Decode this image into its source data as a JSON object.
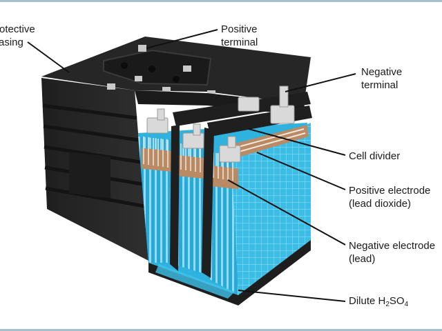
{
  "labels": {
    "protective_casing": {
      "line1": "rotective",
      "line2": "asing"
    },
    "positive_terminal": {
      "line1": "Positive",
      "line2": "terminal"
    },
    "negative_terminal": {
      "line1": "Negative",
      "line2": "terminal"
    },
    "cell_divider": "Cell divider",
    "positive_electrode": {
      "line1": "Positive electrode",
      "line2": "(lead dioxide)"
    },
    "negative_electrode": {
      "line1": "Negative electrode",
      "line2": "(lead)"
    },
    "electrolyte": {
      "prefix": "Dilute H",
      "sub1": "2",
      "mid": "SO",
      "sub2": "4"
    }
  },
  "colors": {
    "casing": "#2a2a2a",
    "casing_dark": "#161616",
    "electrolyte": "#34b7e2",
    "electrolyte_light": "#7fd6f2",
    "plate_copper": "#b98a64",
    "terminal": "#d6d6d6",
    "frame": "#a9bdd0"
  }
}
